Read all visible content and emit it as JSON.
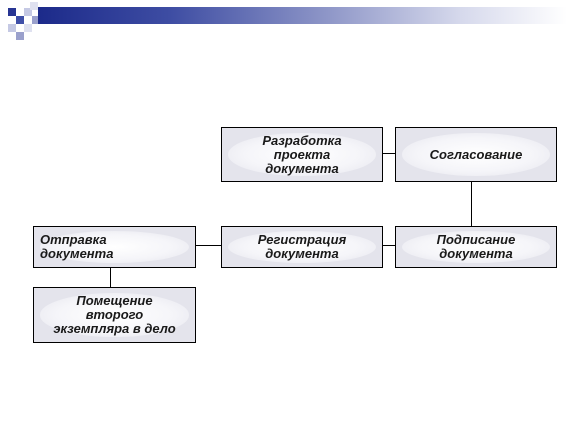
{
  "nodes": {
    "development": "Разработка\nпроекта\nдокумента",
    "approval": "Согласование",
    "sending": "Отправка\nдокумента",
    "registration": "Регистрация\nдокумента",
    "signing": "Подписание\nдокумента",
    "filing": "Помещение\nвторого\nэкземпляра в дело"
  },
  "colors": {
    "header_start": "#1c2a8a",
    "header_end": "#ffffff",
    "box_fill": "#e4e4ec",
    "ellipse_highlight": "#ffffff",
    "decor_dark": "#283593",
    "decor_light": "#9aa0cc"
  }
}
